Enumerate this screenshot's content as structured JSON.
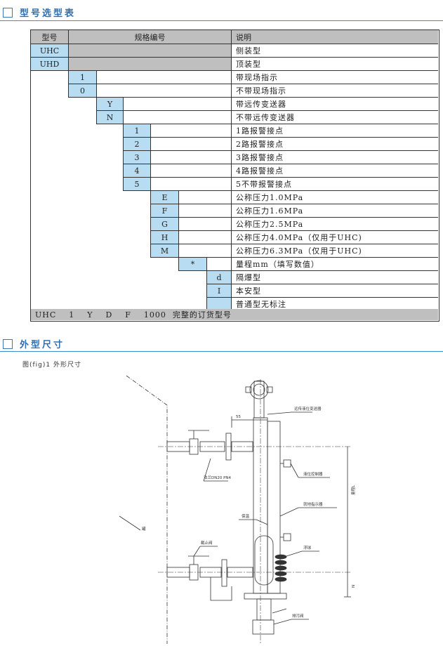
{
  "section1": {
    "title": "型号选型表"
  },
  "section2": {
    "title": "外型尺寸"
  },
  "table": {
    "header": {
      "model": "型号",
      "spec": "规格编号",
      "desc": "说明"
    },
    "rows": [
      {
        "code": "UHC",
        "desc": "侧装型"
      },
      {
        "code": "UHD",
        "desc": "顶装型"
      },
      {
        "code": "1",
        "desc": "带现场指示"
      },
      {
        "code": "0",
        "desc": "不带现场指示"
      },
      {
        "code": "Y",
        "desc": "带远传变送器"
      },
      {
        "code": "N",
        "desc": "不带远传变送器"
      },
      {
        "code": "1",
        "desc": "1路报警接点"
      },
      {
        "code": "2",
        "desc": "2路报警接点"
      },
      {
        "code": "3",
        "desc": "3路报警接点"
      },
      {
        "code": "4",
        "desc": "4路报警接点"
      },
      {
        "code": "5",
        "desc": "5不带报警接点"
      },
      {
        "code": "E",
        "desc": "公称压力1.0MPa"
      },
      {
        "code": "F",
        "desc": "公称压力1.6MPa"
      },
      {
        "code": "G",
        "desc": "公称压力2.5MPa"
      },
      {
        "code": "H",
        "desc": "公称压力4.0MPa（仅用于UHC)"
      },
      {
        "code": "M",
        "desc": "公称压力6.3MPa（仅用于UHC)"
      },
      {
        "code": "*",
        "desc": "量程mm（填写数值）"
      },
      {
        "code": "d",
        "desc": "隔爆型"
      },
      {
        "code": "I",
        "desc": "本安型"
      },
      {
        "code": "",
        "desc": "普通型无标注"
      }
    ],
    "footer": {
      "example": "UHC    1    Y    D    F    1000  完整的订货型号"
    }
  },
  "figure": {
    "caption": "图(fig)1  外形尺寸",
    "labels": {
      "transmitter": "远传液位变送器",
      "dim55": "55",
      "flange": "法兰DN20 PN4",
      "controller": "液位控制器",
      "indicator": "就地指示器",
      "insulation": "保温",
      "tank": "罐",
      "valve": "截止阀",
      "float": "浮球",
      "drain": "排污阀",
      "range": "量程L",
      "dimN": "N"
    }
  }
}
